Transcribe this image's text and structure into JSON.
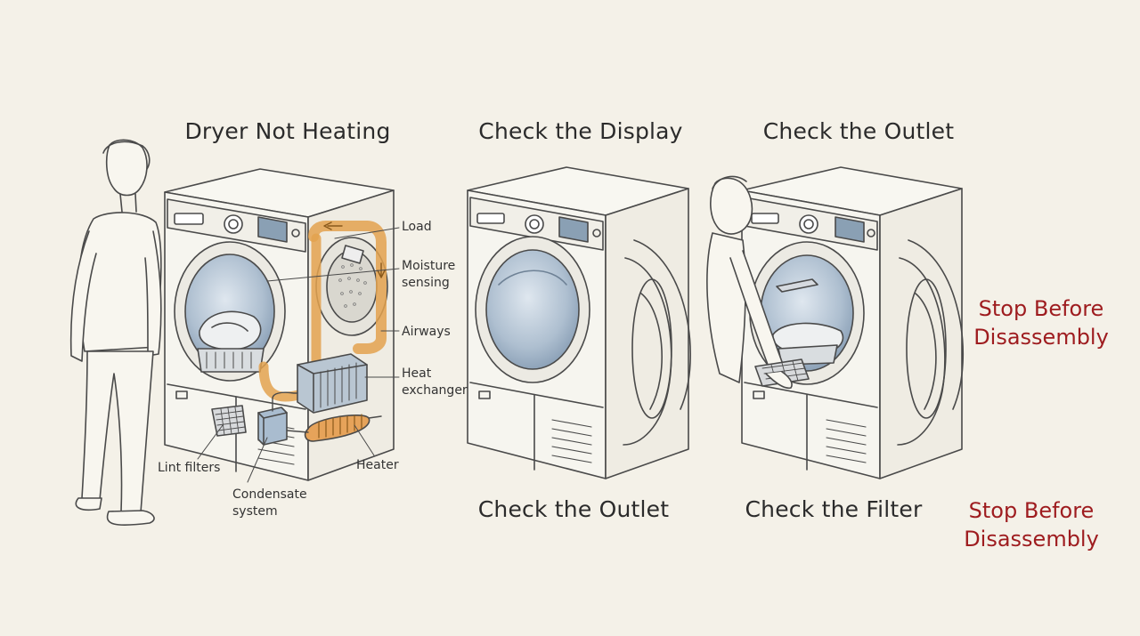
{
  "titles": {
    "panel1": "Dryer Not Heating",
    "panel2": "Check the Display",
    "panel3": "Check the Outlet",
    "bottom2": "Check the Outlet",
    "bottom3": "Check the Filter"
  },
  "callouts": {
    "load": "Load",
    "moisture_1": "Moisture",
    "moisture_2": "sensing",
    "airways": "Airways",
    "heat_exchanger_1": "Heat",
    "heat_exchanger_2": "exchanger",
    "lint_filters": "Lint filters",
    "heater": "Heater",
    "condensate_1": "Condensate",
    "condensate_2": "system"
  },
  "warnings": {
    "right_top_1": "Stop Before",
    "right_top_2": "Disassembly",
    "right_bottom_1": "Stop Before",
    "right_bottom_2": "Disassembly"
  },
  "colors": {
    "background": "#f4f1e8",
    "line": "#4a4a4a",
    "airflow": "#e3a24f",
    "drum": "#a9bccf",
    "warning": "#9e1c1f"
  }
}
